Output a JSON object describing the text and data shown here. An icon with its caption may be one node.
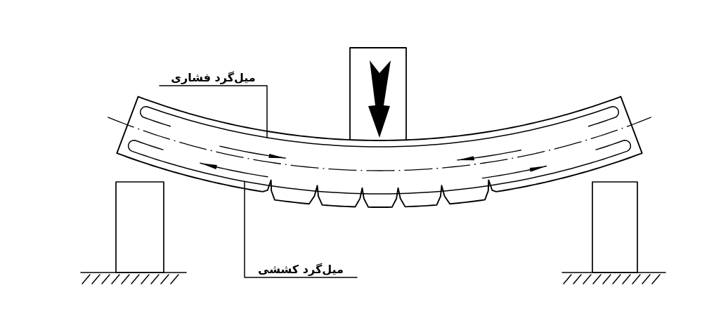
{
  "diagram": {
    "nodes": [
      {
        "text": [
          "میل‌گرد فشاری"
        ]
      },
      {
        "text": [],
        "shape": "bar"
      },
      {
        "text": [
          "میل‌گرد کششی"
        ]
      },
      {
        "text": [],
        "shape": "bar"
      }
    ],
    "edges": [
      {
        "from": 0,
        "to": 1,
        "arrow": "none"
      },
      {
        "from": 2,
        "to": 3,
        "arrow": "none"
      }
    ]
  }
}
